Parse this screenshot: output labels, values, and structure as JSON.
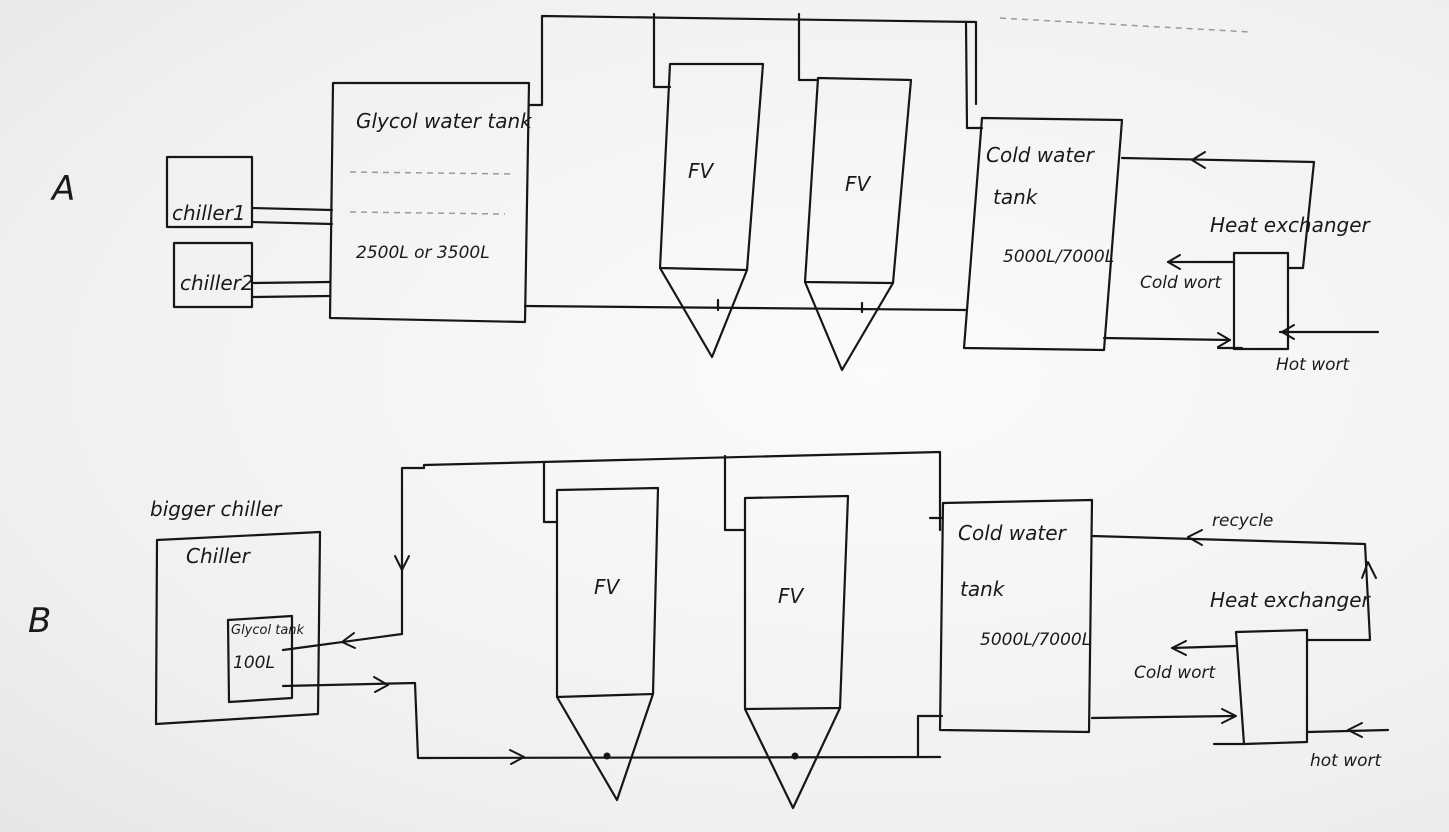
{
  "sectionA": {
    "letter": "A",
    "chiller1": "chiller1",
    "chiller2": "chiller2",
    "glycol_tank": "Glycol water tank",
    "glycol_volume": "2500L or 3500L",
    "fv1": "FV",
    "fv2": "FV",
    "cold_tank_line1": "Cold water",
    "cold_tank_line2": "tank",
    "cold_tank_volume": "5000L/7000L",
    "heat_exchanger": "Heat exchanger",
    "cold_wort": "Cold wort",
    "hot_wort": "Hot wort"
  },
  "sectionB": {
    "letter": "B",
    "bigger_chiller": "bigger chiller",
    "chiller": "Chiller",
    "glycol_tank": "Glycol tank",
    "glycol_volume": "100L",
    "fv1": "FV",
    "fv2": "FV",
    "cold_tank_line1": "Cold water",
    "cold_tank_line2": "tank",
    "cold_tank_volume": "5000L/7000L",
    "recycle": "recycle",
    "heat_exchanger": "Heat exchanger",
    "cold_wort": "Cold wort",
    "hot_wort": "hot wort"
  }
}
